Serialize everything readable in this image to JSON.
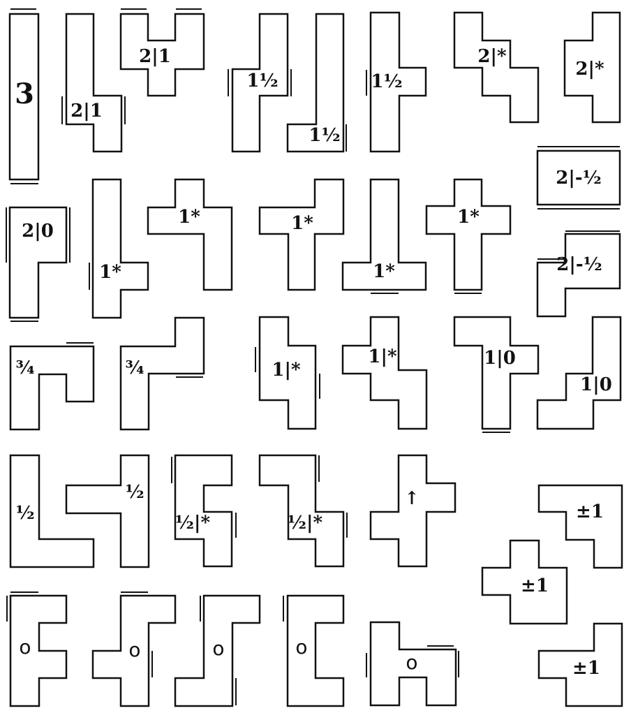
{
  "diagram": {
    "pieces": [
      {
        "label": "3"
      },
      {
        "label": "2|1"
      },
      {
        "label": "2|1"
      },
      {
        "label": "1½"
      },
      {
        "label": "1½"
      },
      {
        "label": "1½"
      },
      {
        "label": "2|*"
      },
      {
        "label": "2|*"
      },
      {
        "label": "2|-½"
      },
      {
        "label": "2|0"
      },
      {
        "label": "1*"
      },
      {
        "label": "1*"
      },
      {
        "label": "1*"
      },
      {
        "label": "1*"
      },
      {
        "label": "1*"
      },
      {
        "label": "2|-½"
      },
      {
        "label": "¾"
      },
      {
        "label": "¾"
      },
      {
        "label": "1|*"
      },
      {
        "label": "1|*"
      },
      {
        "label": "1|0"
      },
      {
        "label": "1|0"
      },
      {
        "label": "½"
      },
      {
        "label": "½"
      },
      {
        "label": "½|*"
      },
      {
        "label": "½|*"
      },
      {
        "label": "↑"
      },
      {
        "label": "±1"
      },
      {
        "label": "±1"
      },
      {
        "label": "±1"
      },
      {
        "label": "o"
      },
      {
        "label": "o"
      },
      {
        "label": "o"
      },
      {
        "label": "o"
      },
      {
        "label": "o"
      }
    ]
  }
}
